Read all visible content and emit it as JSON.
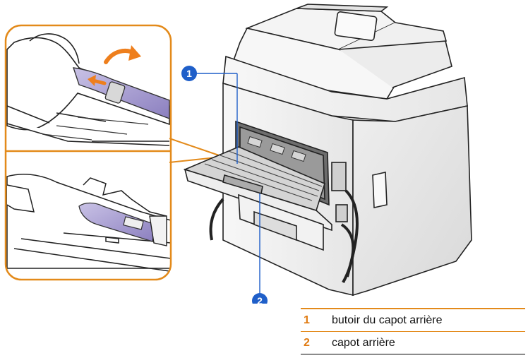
{
  "callouts": [
    {
      "number": "1",
      "label": "butoir du capot arrière"
    },
    {
      "number": "2",
      "label": "capot arrière"
    }
  ],
  "colors": {
    "accent_orange": "#e38a1a",
    "callout_blue": "#1f5fc9",
    "highlight_purple": "#9a8ec7"
  }
}
